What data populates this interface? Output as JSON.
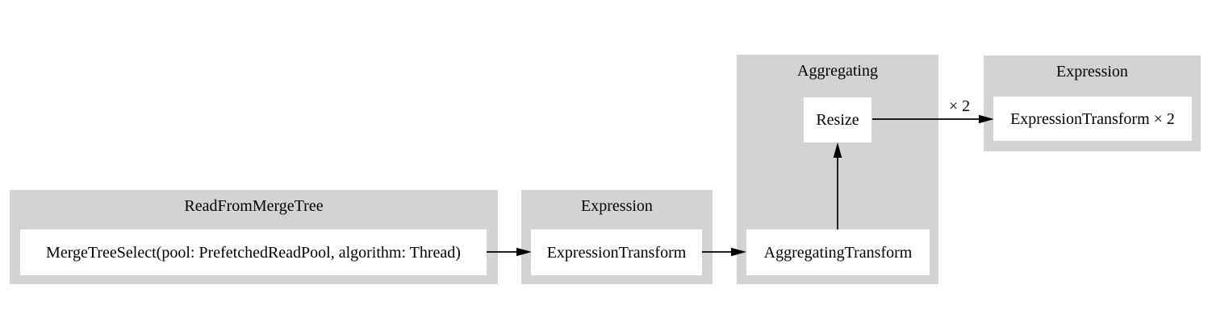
{
  "diagram": {
    "type": "pipeline-graph",
    "background_color": "#ffffff",
    "cluster_fill_color": "#d3d3d3",
    "node_fill_color": "#ffffff",
    "edge_color": "#000000",
    "text_color": "#000000",
    "clusters": [
      {
        "title": "ReadFromMergeTree",
        "nodes": [
          {
            "label": "MergeTreeSelect(pool: PrefetchedReadPool, algorithm: Thread)"
          }
        ]
      },
      {
        "title": "Expression",
        "nodes": [
          {
            "label": "ExpressionTransform"
          }
        ]
      },
      {
        "title": "Aggregating",
        "nodes": [
          {
            "label": "Resize"
          },
          {
            "label": "AggregatingTransform"
          }
        ]
      },
      {
        "title": "Expression",
        "nodes": [
          {
            "label": "ExpressionTransform × 2"
          }
        ]
      }
    ],
    "edges": [
      {
        "from": "MergeTreeSelect(pool: PrefetchedReadPool, algorithm: Thread)",
        "to": "ExpressionTransform",
        "label": ""
      },
      {
        "from": "ExpressionTransform",
        "to": "AggregatingTransform",
        "label": ""
      },
      {
        "from": "AggregatingTransform",
        "to": "Resize",
        "label": ""
      },
      {
        "from": "Resize",
        "to": "ExpressionTransform × 2",
        "label": "× 2"
      }
    ]
  }
}
